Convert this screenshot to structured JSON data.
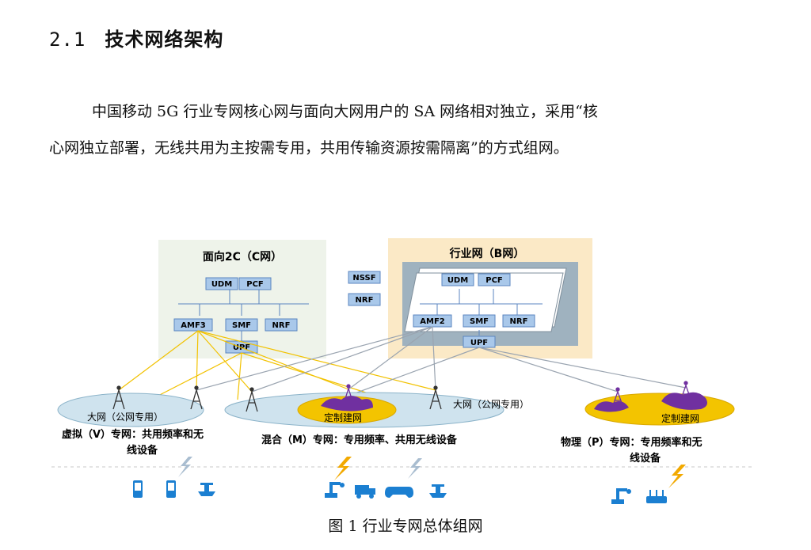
{
  "section": {
    "number": "2.1",
    "title": "技术网络架构"
  },
  "paragraph": {
    "line1": "中国移动 5G 行业专网核心网与面向大网用户的 SA 网络相对独立，采用“核",
    "line2": "心网独立部署，无线共用为主按需专用，共用传输资源按需隔离”的方式组网。"
  },
  "diagram": {
    "c_network": {
      "title": "面向2C（C网）",
      "udm": "UDM",
      "pcf": "PCF",
      "amf": "AMF3",
      "smf": "SMF",
      "nrf": "NRF",
      "upf": "UPF"
    },
    "shared": {
      "nssf": "NSSF",
      "nrf": "NRF"
    },
    "b_network": {
      "title": "行业网（B网）",
      "udm": "UDM",
      "pcf": "PCF",
      "amf": "AMF2",
      "smf": "SMF",
      "nrf": "NRF",
      "upf": "UPF"
    },
    "ellipse_labels": {
      "left": "大网（公网专用）",
      "middle_inner": "定制建网",
      "middle_outer": "大网（公网专用）",
      "right_inner": "定制建网"
    },
    "modes": {
      "virtual_line1": "虚拟（V）专网：共用频率和无",
      "virtual_line2": "线设备",
      "hybrid": "混合（M）专网：专用频率、共用无线设备",
      "physical_line1": "物理（P）专网：专用频率和无",
      "physical_line2": "线设备"
    },
    "colors": {
      "c_bg": "#eef3ea",
      "b_outer": "#fbe9c6",
      "b_inner": "#9fb2bf",
      "nf_box": "#a9c8ea",
      "nf_border": "#5b86c0",
      "ellipse": "#cfe3ee",
      "custom": "#f3c400",
      "purple": "#7030a0",
      "yellow_link": "#f2c200",
      "grey_link": "#9aa4b0",
      "icon": "#1b7fd1",
      "bolt": "#f2a900"
    }
  },
  "caption": "图 1  行业专网总体组网"
}
